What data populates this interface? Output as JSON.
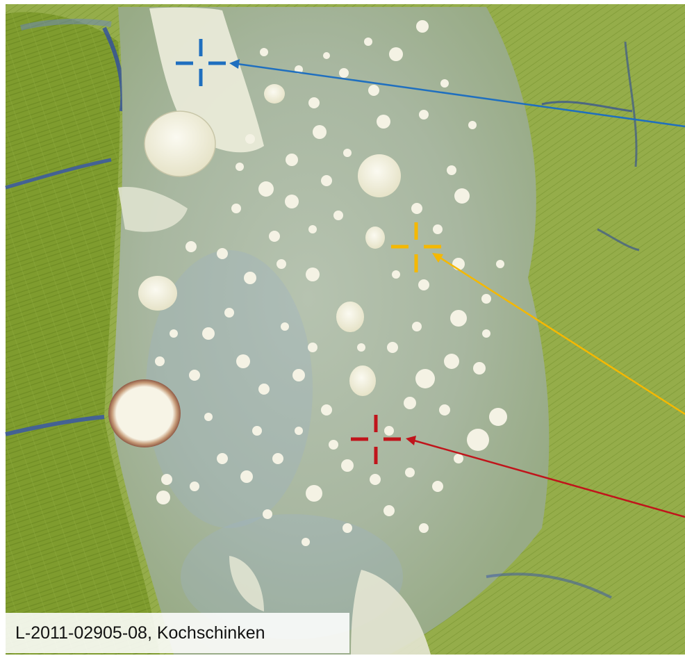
{
  "image": {
    "caption": "L-2011-02905-08, Kochschinken"
  },
  "colors": {
    "muscle": "#7e9b2c",
    "muscle_dark": "#5f7d20",
    "emulsion": "#a7b7a1",
    "emulsion_blue": "#9fb0b8",
    "fat": "#f2f0e2",
    "connective": "#3f5aa8",
    "marker_blue": "#1f6fbf",
    "marker_yellow": "#f5b800",
    "marker_red": "#c0141b"
  },
  "markers": [
    {
      "name": "blue-crosshair",
      "color": "#1f6fbf"
    },
    {
      "name": "yellow-crosshair",
      "color": "#f5b800"
    },
    {
      "name": "red-crosshair",
      "color": "#c0141b"
    }
  ]
}
